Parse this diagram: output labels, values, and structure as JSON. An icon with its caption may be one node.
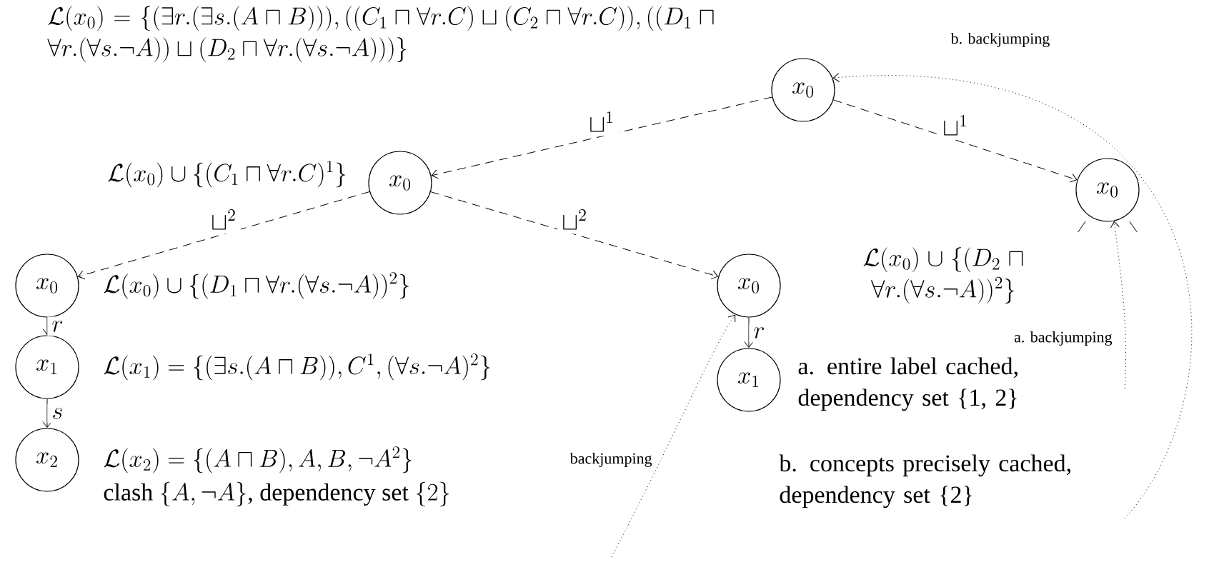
{
  "diagram": {
    "nodes": [
      {
        "text": [
          "x_0"
        ]
      },
      {
        "text": [
          "x_0"
        ],
        "beside": [
          "\\mathcal{L}(x_0) \\cup \\{(C_1 \\sqcap \\forall r.C)^1\\}"
        ]
      },
      {
        "text": [
          "x_0"
        ]
      },
      {
        "text": [
          "x_0"
        ],
        "beside": [
          "\\mathcal{L}(x_0) \\cup \\{(D_1 \\sqcap \\forall r.(\\forall s.\\neg A))^2\\}"
        ]
      },
      {
        "text": [
          "x_0"
        ]
      },
      {
        "text": [
          "x_1"
        ],
        "beside": [
          "\\mathcal{L}(x_1) = \\{(\\exists s.(A \\sqcap B)), C^1, (\\forall s.\\neg A)^2\\}"
        ]
      },
      {
        "text": [
          "x_2"
        ],
        "beside": [
          "\\mathcal{L}(x_2) = \\{(A \\sqcap B), A, B, \\neg A^2\\}",
          "\\mbox{clash } \\{A, \\neg A\\}\\mbox{, dependency set } \\{2\\}"
        ]
      },
      {
        "text": [
          "x_1"
        ]
      }
    ],
    "edges": [
      {
        "from": 0,
        "to": 1,
        "arrow": "to",
        "style": "dashed",
        "label": "\\sqcup^1"
      },
      {
        "from": 0,
        "to": 2,
        "arrow": "to",
        "style": "dashed",
        "label": "\\sqcup^1"
      },
      {
        "from": 1,
        "to": 3,
        "arrow": "to",
        "style": "dashed",
        "label": "\\sqcup^2"
      },
      {
        "from": 1,
        "to": 4,
        "arrow": "to",
        "style": "dashed",
        "label": "\\sqcup^2"
      },
      {
        "from": 3,
        "to": 5,
        "arrow": "to",
        "label": "r"
      },
      {
        "from": 5,
        "to": 6,
        "arrow": "to",
        "label": "s"
      },
      {
        "from": 4,
        "to": 7,
        "arrow": "to",
        "label": "r"
      },
      {
        "from": null,
        "to": 4,
        "arrow": "to",
        "style": "dashed",
        "label": "backjumping"
      },
      {
        "from": null,
        "to": 2,
        "arrow": "to",
        "style": "dashed",
        "label": "a. backjumping"
      },
      {
        "from": null,
        "to": 0,
        "arrow": "to",
        "style": "dashed",
        "label": "b. backjumping"
      }
    ],
    "labels": [
      "\\mathcal{L}(x_0) = \\{(\\exists r.(\\exists s.(A \\sqcap B))), ((C_1 \\sqcap \\forall r.C) \\sqcup (C_2 \\sqcap \\forall r.C)), ((D_1 \\sqcap \\forall r.(\\forall s.\\neg A)) \\sqcup (D_2 \\sqcap \\forall r.(\\forall s.\\neg A)))\\}",
      "\\mathcal{L}(x_0) \\cup \\{(D_2 \\sqcap \\forall r.(\\forall s.\\neg A))^2\\}",
      "a. entire label cached, dependency set {1, 2}",
      "b. concepts precisely cached, dependency set {2}"
    ]
  }
}
